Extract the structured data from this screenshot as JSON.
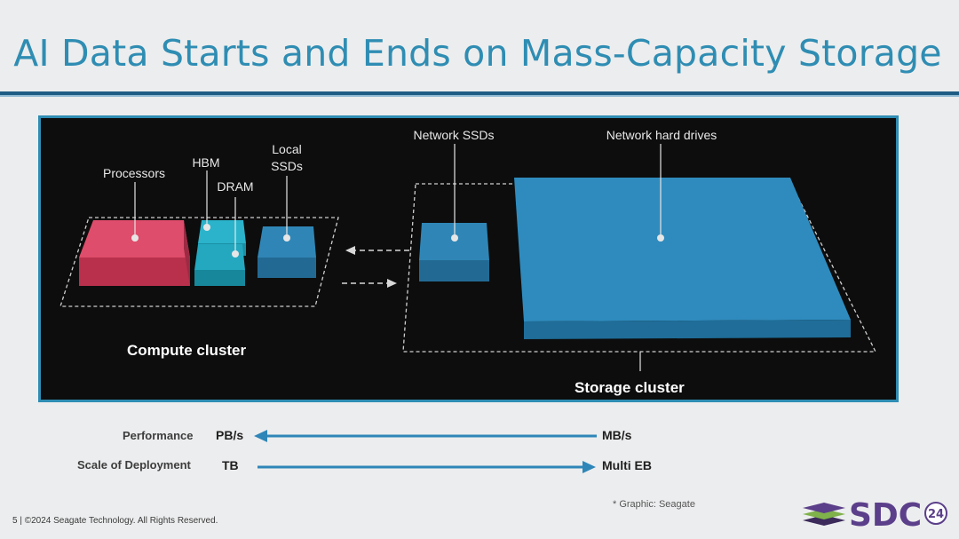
{
  "slide": {
    "title": "AI Data Starts and Ends on Mass-Capacity Storage"
  },
  "diagram": {
    "labels": {
      "processors": "Processors",
      "hbm": "HBM",
      "dram": "DRAM",
      "local_ssds_line1": "Local",
      "local_ssds_line2": "SSDs",
      "network_ssds": "Network SSDs",
      "network_hdd": "Network hard drives",
      "compute_cluster": "Compute cluster",
      "storage_cluster": "Storage cluster"
    },
    "colors": {
      "background": "#0d0d0d",
      "frame": "#2f8db3",
      "processors": "#d63d5d",
      "cyan": "#1fa1ba",
      "blue": "#2f88b8"
    }
  },
  "scales": {
    "performance": {
      "label": "Performance",
      "left": "PB/s",
      "right": "MB/s"
    },
    "deployment": {
      "label": "Scale of Deployment",
      "left": "TB",
      "right": "Multi EB"
    }
  },
  "footer": {
    "copyright": "5 | ©2024 Seagate Technology. All Rights Reserved.",
    "note": "* Graphic: Seagate",
    "logo_text": "SDC",
    "logo_badge": "24"
  }
}
